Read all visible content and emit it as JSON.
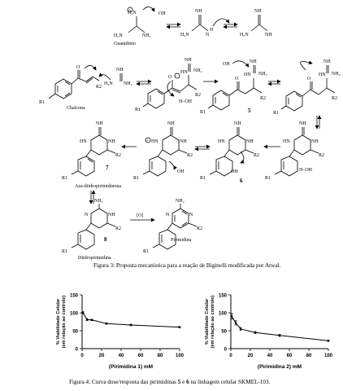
{
  "scheme": {
    "labels": {
      "guanidinio": "Guanidinio",
      "chalcona": "Chalcona",
      "aza": "Aza-diidropirimidinona",
      "diidro": "Diidropirimidina",
      "pirimidina": "Pirimidina",
      "oxid": "[O]",
      "oh": "OH",
      "h2o": "H–OH",
      "nh": "NH",
      "nh2": "NH₂",
      "h2n": "H₂N",
      "hn": "HN",
      "h": "H",
      "o": "O",
      "n": "N",
      "r1": "R1",
      "r2": "R2",
      "c5": "5",
      "c6": "6",
      "c7": "7",
      "c8": "8"
    }
  },
  "captions": {
    "fig3": "Figura 3: Proposta mecanística para a reação de Biginelli modificada por Atwal.",
    "fig4_pre": "Figura 4: Curva dose/resposta das pirimidinas ",
    "fig4_b1": "5",
    "fig4_mid": " e ",
    "fig4_b2": "6",
    "fig4_post": " na linhagem celular SKMEL-103."
  },
  "chart_data": [
    {
      "type": "line",
      "title": "",
      "xlabel": "(Pirimidina 1) mM",
      "ylabel": "% Viabilidade Celular\n(em relação ao controle)",
      "xlim": [
        0,
        100
      ],
      "ylim": [
        0,
        150
      ],
      "xticks": [
        0,
        20,
        40,
        60,
        80,
        100
      ],
      "yticks": [
        0,
        50,
        100,
        150
      ],
      "x": [
        1,
        5,
        10,
        25,
        50,
        100
      ],
      "y": [
        100,
        81,
        80,
        70,
        66,
        60
      ],
      "error": [
        3,
        3,
        2,
        2,
        2,
        2
      ]
    },
    {
      "type": "line",
      "title": "",
      "xlabel": "(Pirimidina 2) mM",
      "ylabel": "% Viabilidade Celular\n(em relação ao controle)",
      "xlim": [
        0,
        100
      ],
      "ylim": [
        0,
        150
      ],
      "xticks": [
        0,
        20,
        40,
        60,
        80,
        100
      ],
      "yticks": [
        0,
        50,
        100,
        150
      ],
      "x": [
        1,
        5,
        10,
        25,
        50,
        100
      ],
      "y": [
        90,
        72,
        55,
        45,
        37,
        22
      ],
      "error": [
        8,
        6,
        4,
        3,
        3,
        2
      ]
    }
  ]
}
